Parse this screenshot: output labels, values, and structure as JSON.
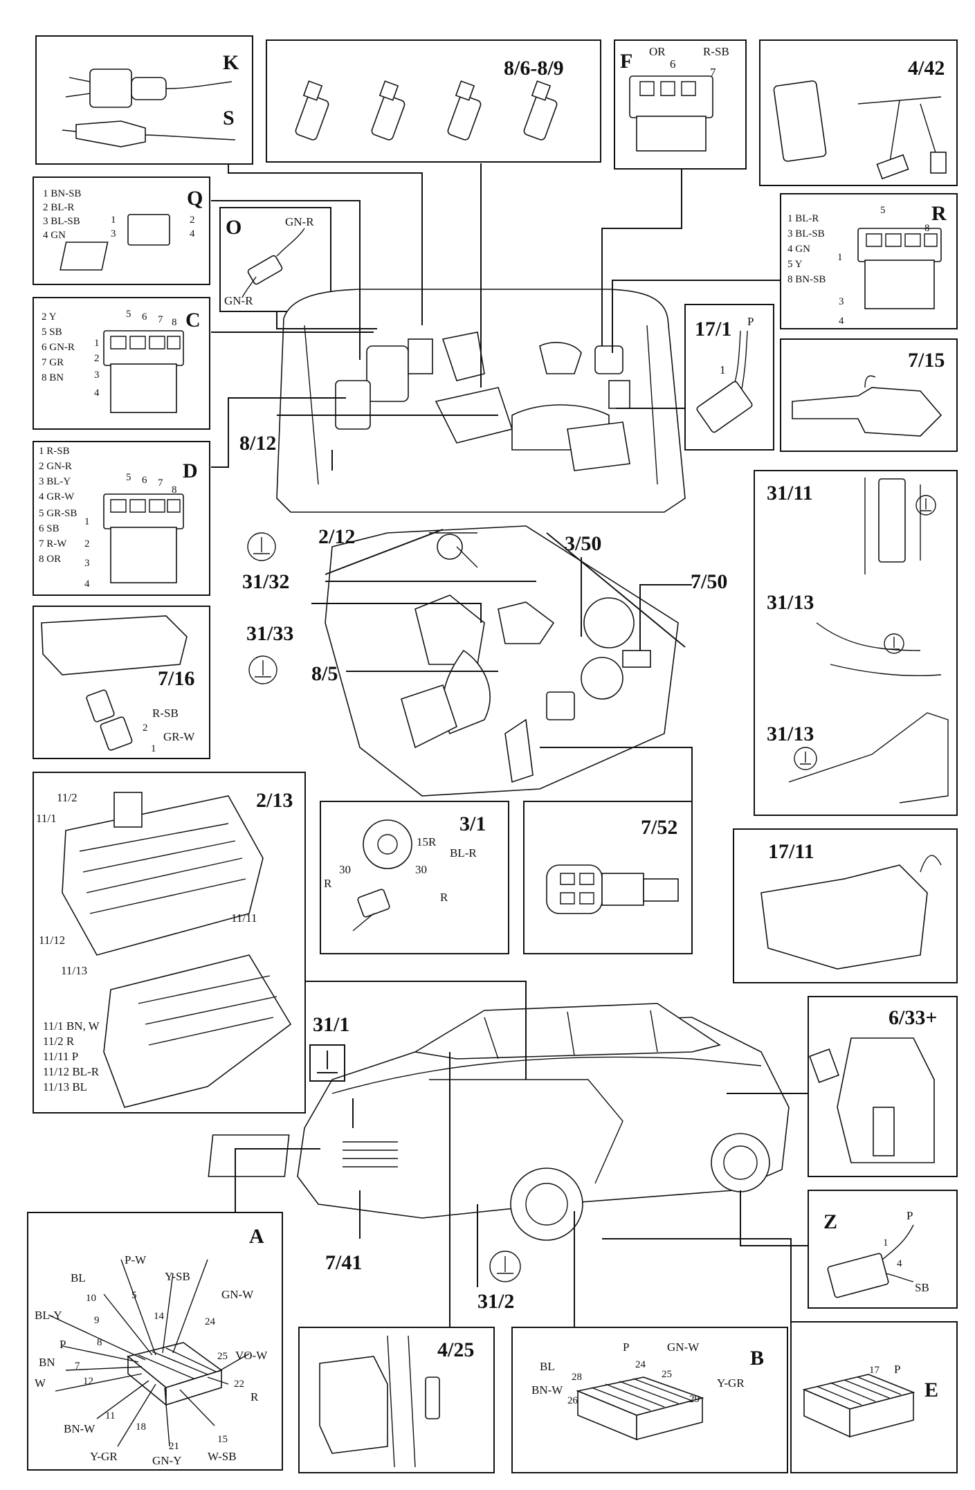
{
  "panels": {
    "ks": {
      "label_k": "K",
      "label_s": "S"
    },
    "injectors": {
      "label": "8/6-8/9"
    },
    "f": {
      "label": "F",
      "pins": [
        "OR",
        "6",
        "R-SB",
        "7"
      ]
    },
    "p442": {
      "label": "4/42"
    },
    "q": {
      "label": "Q",
      "legend": [
        "1 BN-SB",
        "2 BL-R",
        "3 BL-SB",
        "4 GN"
      ],
      "pins": [
        "1",
        "2",
        "3",
        "4"
      ]
    },
    "o": {
      "label": "O",
      "wire_top": "GN-R",
      "wire_bottom": "GN-R"
    },
    "r": {
      "label": "R",
      "legend": [
        "1 BL-R",
        "3 BL-SB",
        "4 GN",
        "5 Y",
        "8 BN-SB"
      ],
      "pins": [
        "5",
        "8",
        "1",
        "3",
        "4"
      ]
    },
    "c": {
      "label": "C",
      "legend": [
        "2 Y",
        "5 SB",
        "6 GN-R",
        "7 GR",
        "8 BN"
      ],
      "pins": [
        "5",
        "6",
        "7",
        "8",
        "1",
        "2",
        "3",
        "4"
      ]
    },
    "p171": {
      "label": "17/1",
      "pin_p": "P",
      "pin_1": "1"
    },
    "p715": {
      "label": "7/15"
    },
    "d": {
      "label": "D",
      "legend": [
        "1 R-SB",
        "2 GN-R",
        "3 BL-Y",
        "4 GR-W",
        "5 GR-SB",
        "6 SB",
        "7 R-W",
        "8 OR"
      ],
      "pins": [
        "5",
        "6",
        "7",
        "8",
        "1",
        "2",
        "3",
        "4"
      ]
    },
    "p3111": {
      "label": "31/11",
      "label2": "31/13",
      "label3": "31/13"
    },
    "p716": {
      "label": "7/16",
      "wire1": "R-SB",
      "pin2": "2",
      "wire2": "GR-W",
      "pin1": "1"
    },
    "fusebox": {
      "label": "2/13",
      "callouts": [
        "11/2",
        "11/1",
        "11/11",
        "11/12",
        "11/13"
      ],
      "legend": [
        "11/1 BN, W",
        "11/2 R",
        "11/11 P",
        "11/12 BL-R",
        "11/13 BL"
      ]
    },
    "p31": {
      "label": "3/1",
      "pins": [
        "15R",
        "BL-R",
        "30",
        "30",
        "R",
        "R"
      ]
    },
    "p752": {
      "label": "7/52"
    },
    "p1711": {
      "label": "17/11"
    },
    "p633": {
      "label": "6/33+"
    },
    "z": {
      "label": "Z",
      "wires": [
        "P",
        "1",
        "4",
        "SB"
      ]
    },
    "a": {
      "label": "A",
      "pins": [
        "P-W",
        "BL",
        "10",
        "5",
        "Y-SB",
        "GN-W",
        "14",
        "24",
        "BL-Y",
        "9",
        "8",
        "P",
        "25",
        "VO-W",
        "7",
        "BN",
        "12",
        "W",
        "22",
        "R",
        "11",
        "18",
        "BN-W",
        "21",
        "15",
        "Y-GR",
        "GN-Y",
        "W-SB"
      ]
    },
    "p425": {
      "label": "4/25"
    },
    "b": {
      "label": "B",
      "pins": [
        "P",
        "GN-W",
        "BL",
        "28",
        "24",
        "25",
        "BN-W",
        "26",
        "Y-GR",
        "29"
      ]
    },
    "e": {
      "label": "E",
      "pins": [
        "17",
        "P"
      ]
    }
  },
  "center": {
    "labels": [
      "8/12",
      "2/12",
      "3/50",
      "7/50",
      "31/32",
      "31/33",
      "8/5",
      "31/1",
      "7/41",
      "31/2"
    ]
  },
  "colors": {
    "ink": "#111111",
    "paper": "#ffffff"
  },
  "icons": [
    "ground-symbol-icon"
  ]
}
